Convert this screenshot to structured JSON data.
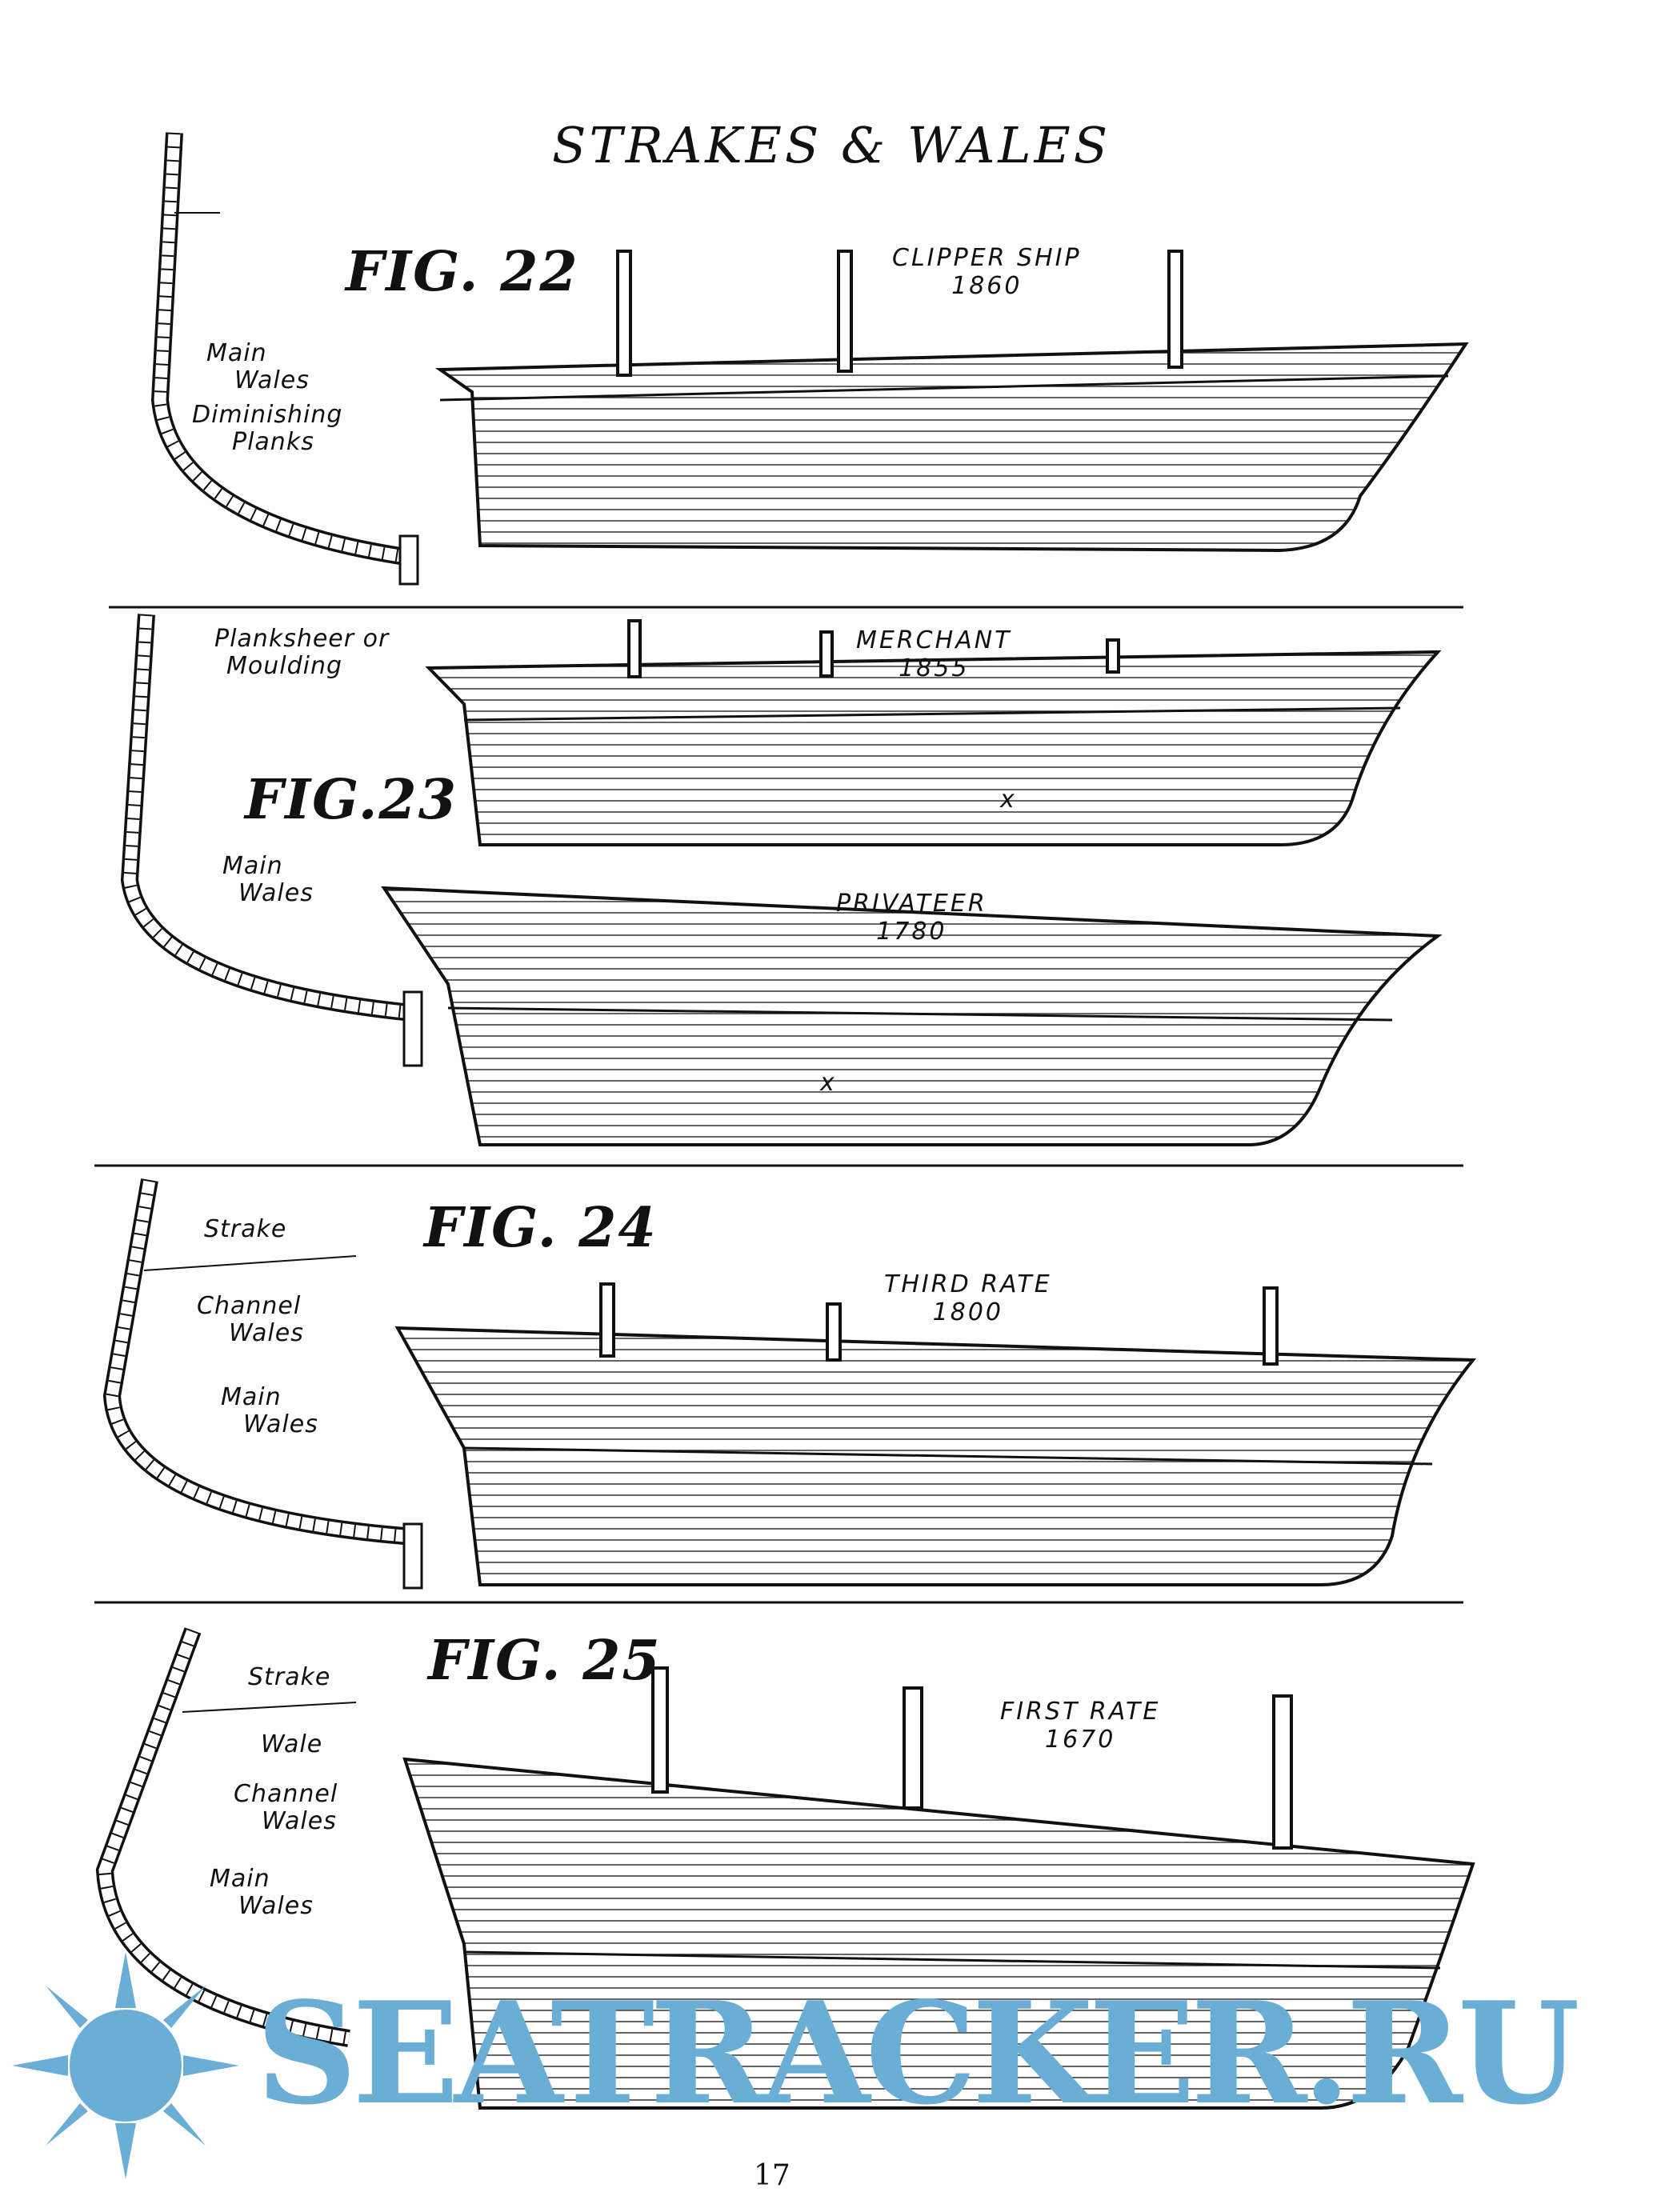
{
  "title": "STRAKES & WALES",
  "figures": [
    {
      "number": "FIG. 22",
      "caption_line1": "CLIPPER SHIP",
      "caption_line2": "1860",
      "labels": [
        {
          "l1": "Main",
          "l2": "Wales"
        },
        {
          "l1": "Diminishing",
          "l2": "Planks"
        }
      ]
    },
    {
      "number": "FIG.23",
      "caption_line1": "MERCHANT",
      "caption_line2": "1855",
      "caption2_line1": "PRIVATEER",
      "caption2_line2": "1780",
      "labels": [
        {
          "l1": "Planksheer or",
          "l2": "Moulding"
        },
        {
          "l1": "Main",
          "l2": "Wales"
        }
      ],
      "marks": [
        "x",
        "x"
      ]
    },
    {
      "number": "FIG. 24",
      "caption_line1": "THIRD RATE",
      "caption_line2": "1800",
      "labels": [
        {
          "l1": "Strake"
        },
        {
          "l1": "Channel",
          "l2": "Wales"
        },
        {
          "l1": "Main",
          "l2": "Wales"
        }
      ]
    },
    {
      "number": "FIG. 25",
      "caption_line1": "FIRST RATE",
      "caption_line2": "1670",
      "labels": [
        {
          "l1": "Strake"
        },
        {
          "l1": "Wale"
        },
        {
          "l1": "Channel",
          "l2": "Wales"
        },
        {
          "l1": "Main",
          "l2": "Wales"
        }
      ]
    }
  ],
  "watermark": "SEATRACKER.RU",
  "watermark_color": "#6aaed6",
  "page_number": "17"
}
